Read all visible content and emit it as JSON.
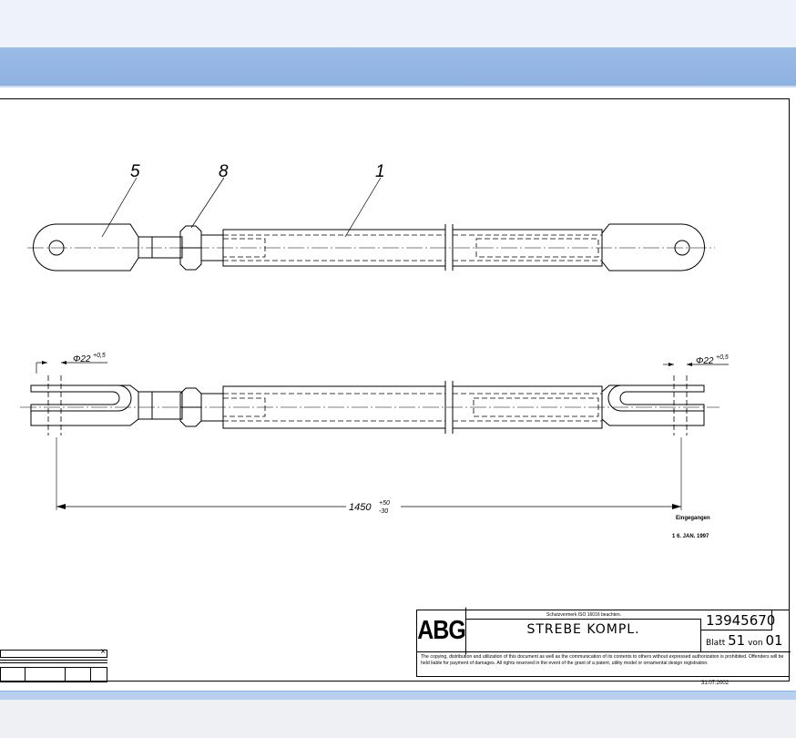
{
  "drawing": {
    "callouts": [
      "5",
      "8",
      "1"
    ],
    "dimensions": {
      "bore_left": "Φ22",
      "bore_left_tol": "+0,5",
      "bore_right": "Φ22",
      "bore_right_tol": "+0,5",
      "length": "1450",
      "length_tol_upper": "+50",
      "length_tol_lower": "-30"
    },
    "stamps": {
      "received": "Eingegangen",
      "date": "1 6. JAN. 1997"
    }
  },
  "title_block": {
    "logo": "ABG",
    "protection_note": "Schutzvermerk ISO 16016 beachten.",
    "title": "STREBE KOMPL.",
    "document_number": "13945670",
    "sheet_label": "Blatt",
    "sheet_number": "51",
    "of_label": "von",
    "sheet_total": "01",
    "copyright": "The copying, distribution and utilization of this document as well as the communication of its contents to others without expressed authorization is prohibited. Offenders will be held liable for payment of damages. All rights reserved in the event of the grant of a patent, utility model or ornamental design registration.",
    "date": "31.07.2002"
  },
  "panel": {
    "close_icon": "close-icon"
  }
}
